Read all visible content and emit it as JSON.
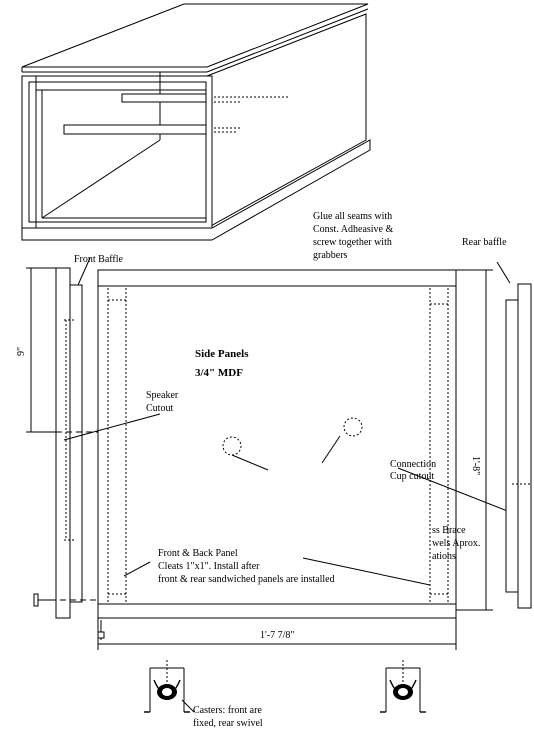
{
  "labels": {
    "glue_note": [
      "Glue all seams with",
      "Const. Adheasive &",
      "screw together with",
      "grabbers"
    ],
    "rear_baffle": "Rear baffle",
    "front_baffle": "Front Baffle",
    "side_panels": [
      "Side Panels",
      "3/4\" MDF"
    ],
    "speaker_cutout": [
      "Speaker",
      "Cutout"
    ],
    "connection_cup": [
      "Connection",
      "Cup cutout"
    ],
    "cross_brace": [
      "ss Brace",
      "wels Aprox.",
      "ations"
    ],
    "front_back_panel": [
      "Front & Back Panel",
      "Cleats  1\"x1\". Install after",
      "front & rear sandwiched panels are installed"
    ],
    "width_dim": "1'-7 7/8\"",
    "left_dim": "9\"",
    "right_dim": "1'-8\"",
    "casters": [
      "Casters: front are",
      "fixed, rear swivel"
    ]
  }
}
